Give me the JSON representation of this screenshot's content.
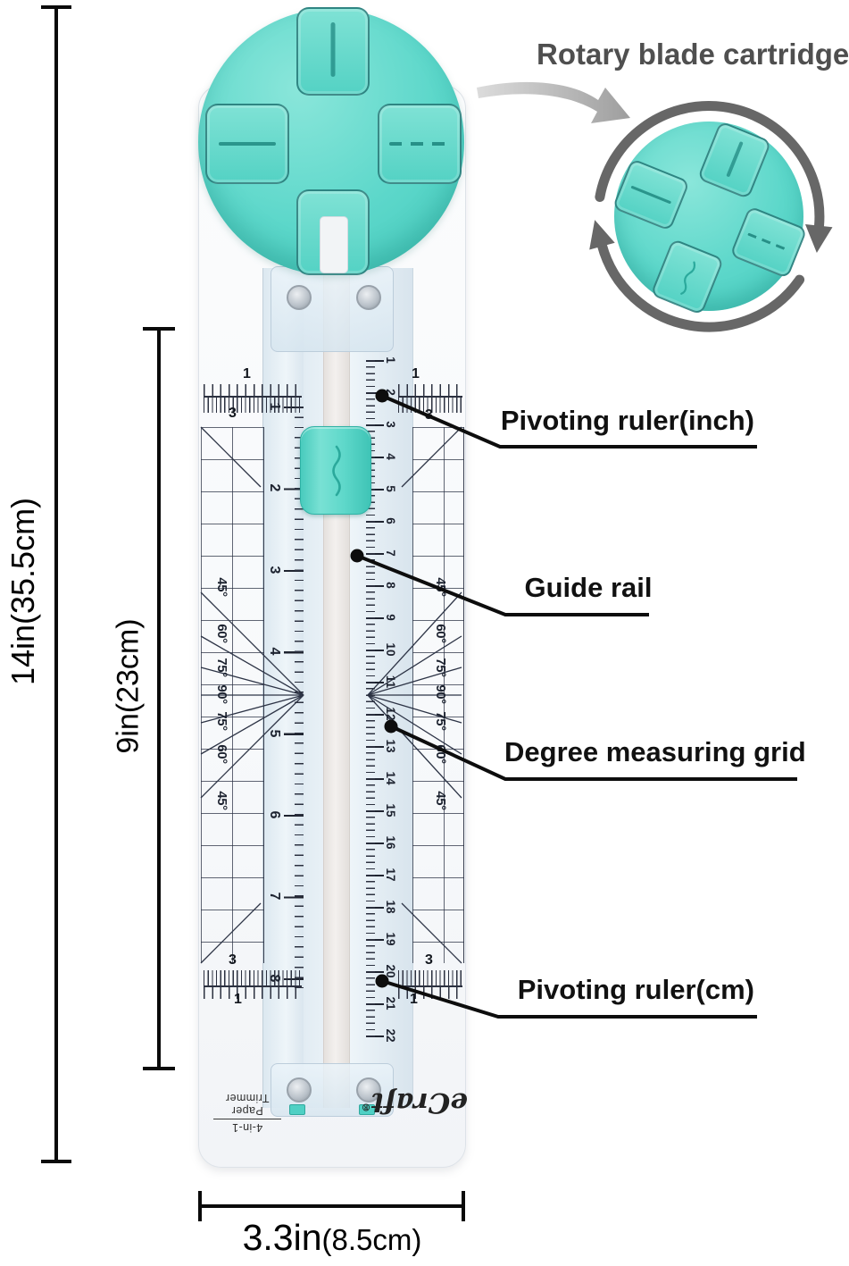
{
  "callout": {
    "title": "Rotary blade cartridge"
  },
  "labels": {
    "pivot_inch": "Pivoting ruler(inch)",
    "guide_rail": "Guide rail",
    "degree_grid": "Degree measuring grid",
    "pivot_cm": "Pivoting ruler(cm)"
  },
  "dimensions": {
    "total_height": "14in(35.5cm)",
    "cutting_length": "9in(23cm)",
    "width_main": "3.3in",
    "width_sub": "(8.5cm)"
  },
  "product": {
    "brand": "eCraft",
    "brand_mark": "®",
    "model": "4-in-1",
    "type": "Paper Trimmer"
  },
  "scales": {
    "inch_numbers": [
      "1",
      "2",
      "3",
      "4",
      "5",
      "6",
      "7",
      "8"
    ],
    "cm_numbers": [
      "1",
      "2",
      "3",
      "4",
      "5",
      "6",
      "7",
      "8",
      "9",
      "10",
      "11",
      "12",
      "13",
      "14",
      "15",
      "16",
      "17",
      "18",
      "19",
      "20",
      "21",
      "22"
    ],
    "degree_labels": [
      "45°",
      "60°",
      "75°",
      "90°",
      "75°",
      "60°",
      "45°"
    ],
    "pivot_edge_number": "1",
    "pivot_inner_number": "3"
  },
  "icons": {
    "rotation_arrows": "circular-rotation-arrows",
    "pointer_arrow": "gray-callout-arrow",
    "blade_straight": "straight-cut-blade-icon",
    "blade_dashed": "perforation-blade-icon",
    "blade_wave": "wave-cut-blade-icon"
  },
  "colors": {
    "teal": "#58d5c9",
    "teal_dark": "#2fb3a6",
    "line_black": "#0a0a0a",
    "title_gray": "#4f4f4f",
    "label_text": "#111111"
  }
}
